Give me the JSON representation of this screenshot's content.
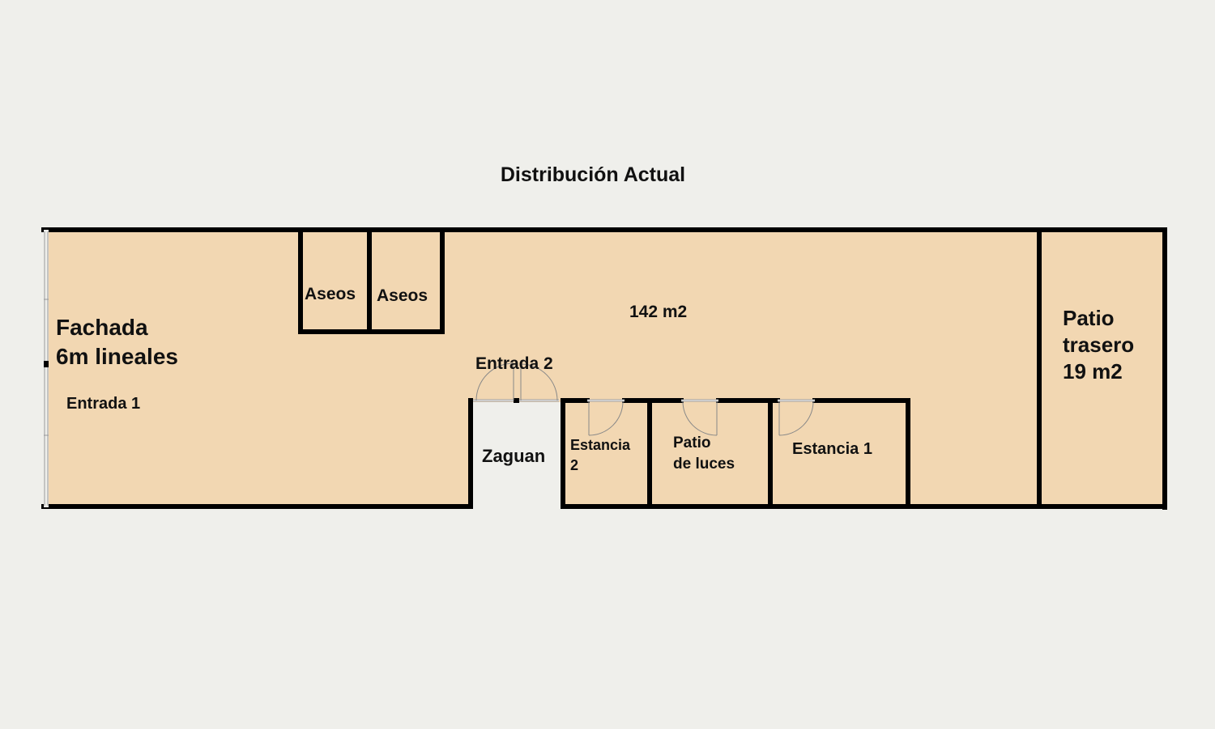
{
  "title": "Distribución Actual",
  "colors": {
    "background": "#efefeb",
    "floor": "#f2d7b2",
    "wall": "#000000",
    "outside": "#efefeb",
    "window": "#cccccc"
  },
  "rooms": {
    "main": {
      "line1": "Fachada",
      "line2": "6m lineales"
    },
    "main_area": "142 m2",
    "entrance_1": "Entrada 1",
    "entrance_2": "Entrada 2",
    "toilet_a": "Aseos",
    "toilet_b": "Aseos",
    "hallway": "Zaguan",
    "room_2": {
      "line1": "Estancia",
      "line2": "2"
    },
    "light_patio": {
      "line1": "Patio",
      "line2": "de luces"
    },
    "room_1": "Estancia 1",
    "back_patio": {
      "line1": "Patio",
      "line2": "trasero",
      "line3": "19 m2"
    }
  }
}
